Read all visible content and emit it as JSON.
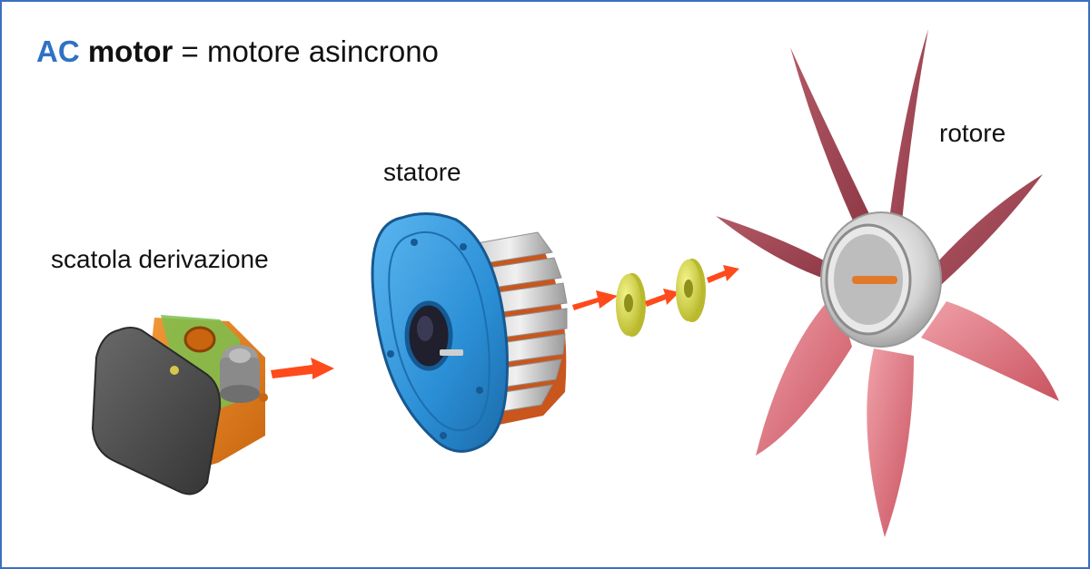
{
  "title": {
    "ac": "AC",
    "motor": "motor",
    "rest": " = motore asincrono"
  },
  "labels": {
    "junction_box": "scatola derivazione",
    "stator": "statore",
    "rotor": "rotore"
  },
  "colors": {
    "border": "#3d6fbf",
    "title_accent": "#2f72c4",
    "arrow": "#ff4a1c",
    "stator_blue": "#2b8fd6",
    "box_gray": "#4a4a4a",
    "box_orange": "#e8801e",
    "washer_yellow": "#e3e34a",
    "fan_pink": "#d9737e",
    "hub_silver": "#d2d2d2"
  }
}
